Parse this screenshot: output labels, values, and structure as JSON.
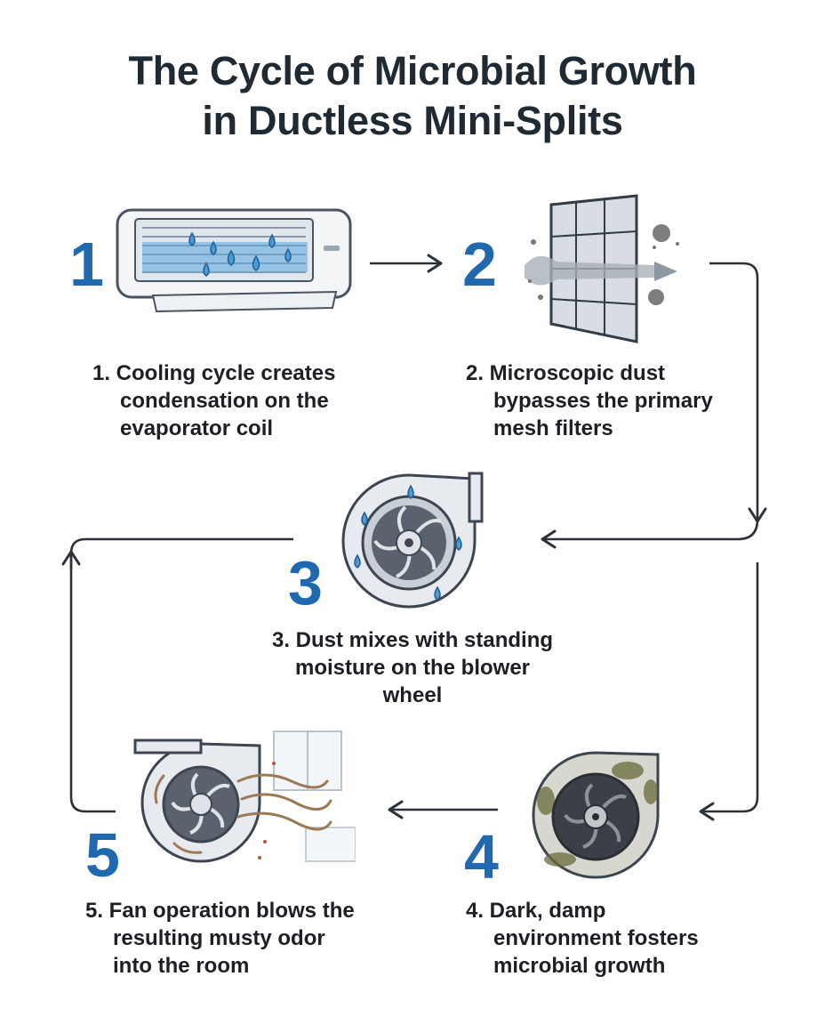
{
  "title": {
    "line1": "The Cycle of Microbial Growth",
    "line2": "in Ductless Mini-Splits"
  },
  "steps": [
    {
      "number": "1",
      "lines": [
        "1. Cooling cycle creates",
        "condensation on the",
        "evaporator coil"
      ],
      "icon": "mini-split-unit-icon"
    },
    {
      "number": "2",
      "lines": [
        "2. Microscopic dust",
        "bypasses the primary",
        "mesh filters"
      ],
      "icon": "mesh-filter-icon"
    },
    {
      "number": "3",
      "lines": [
        "3. Dust mixes with standing",
        "moisture on the blower",
        "wheel"
      ],
      "icon": "wet-blower-wheel-icon"
    },
    {
      "number": "4",
      "lines": [
        "4. Dark, damp",
        "environment fosters",
        "microbial growth"
      ],
      "icon": "moldy-blower-wheel-icon"
    },
    {
      "number": "5",
      "lines": [
        "5. Fan operation blows the",
        "resulting musty odor",
        "into the room"
      ],
      "icon": "odor-blower-room-icon"
    }
  ],
  "colors": {
    "accent": "#2169ae",
    "text": "#1c2024",
    "arrow": "#2b3137",
    "water": "#5aa6dc",
    "mold": "#6b6a3a"
  }
}
